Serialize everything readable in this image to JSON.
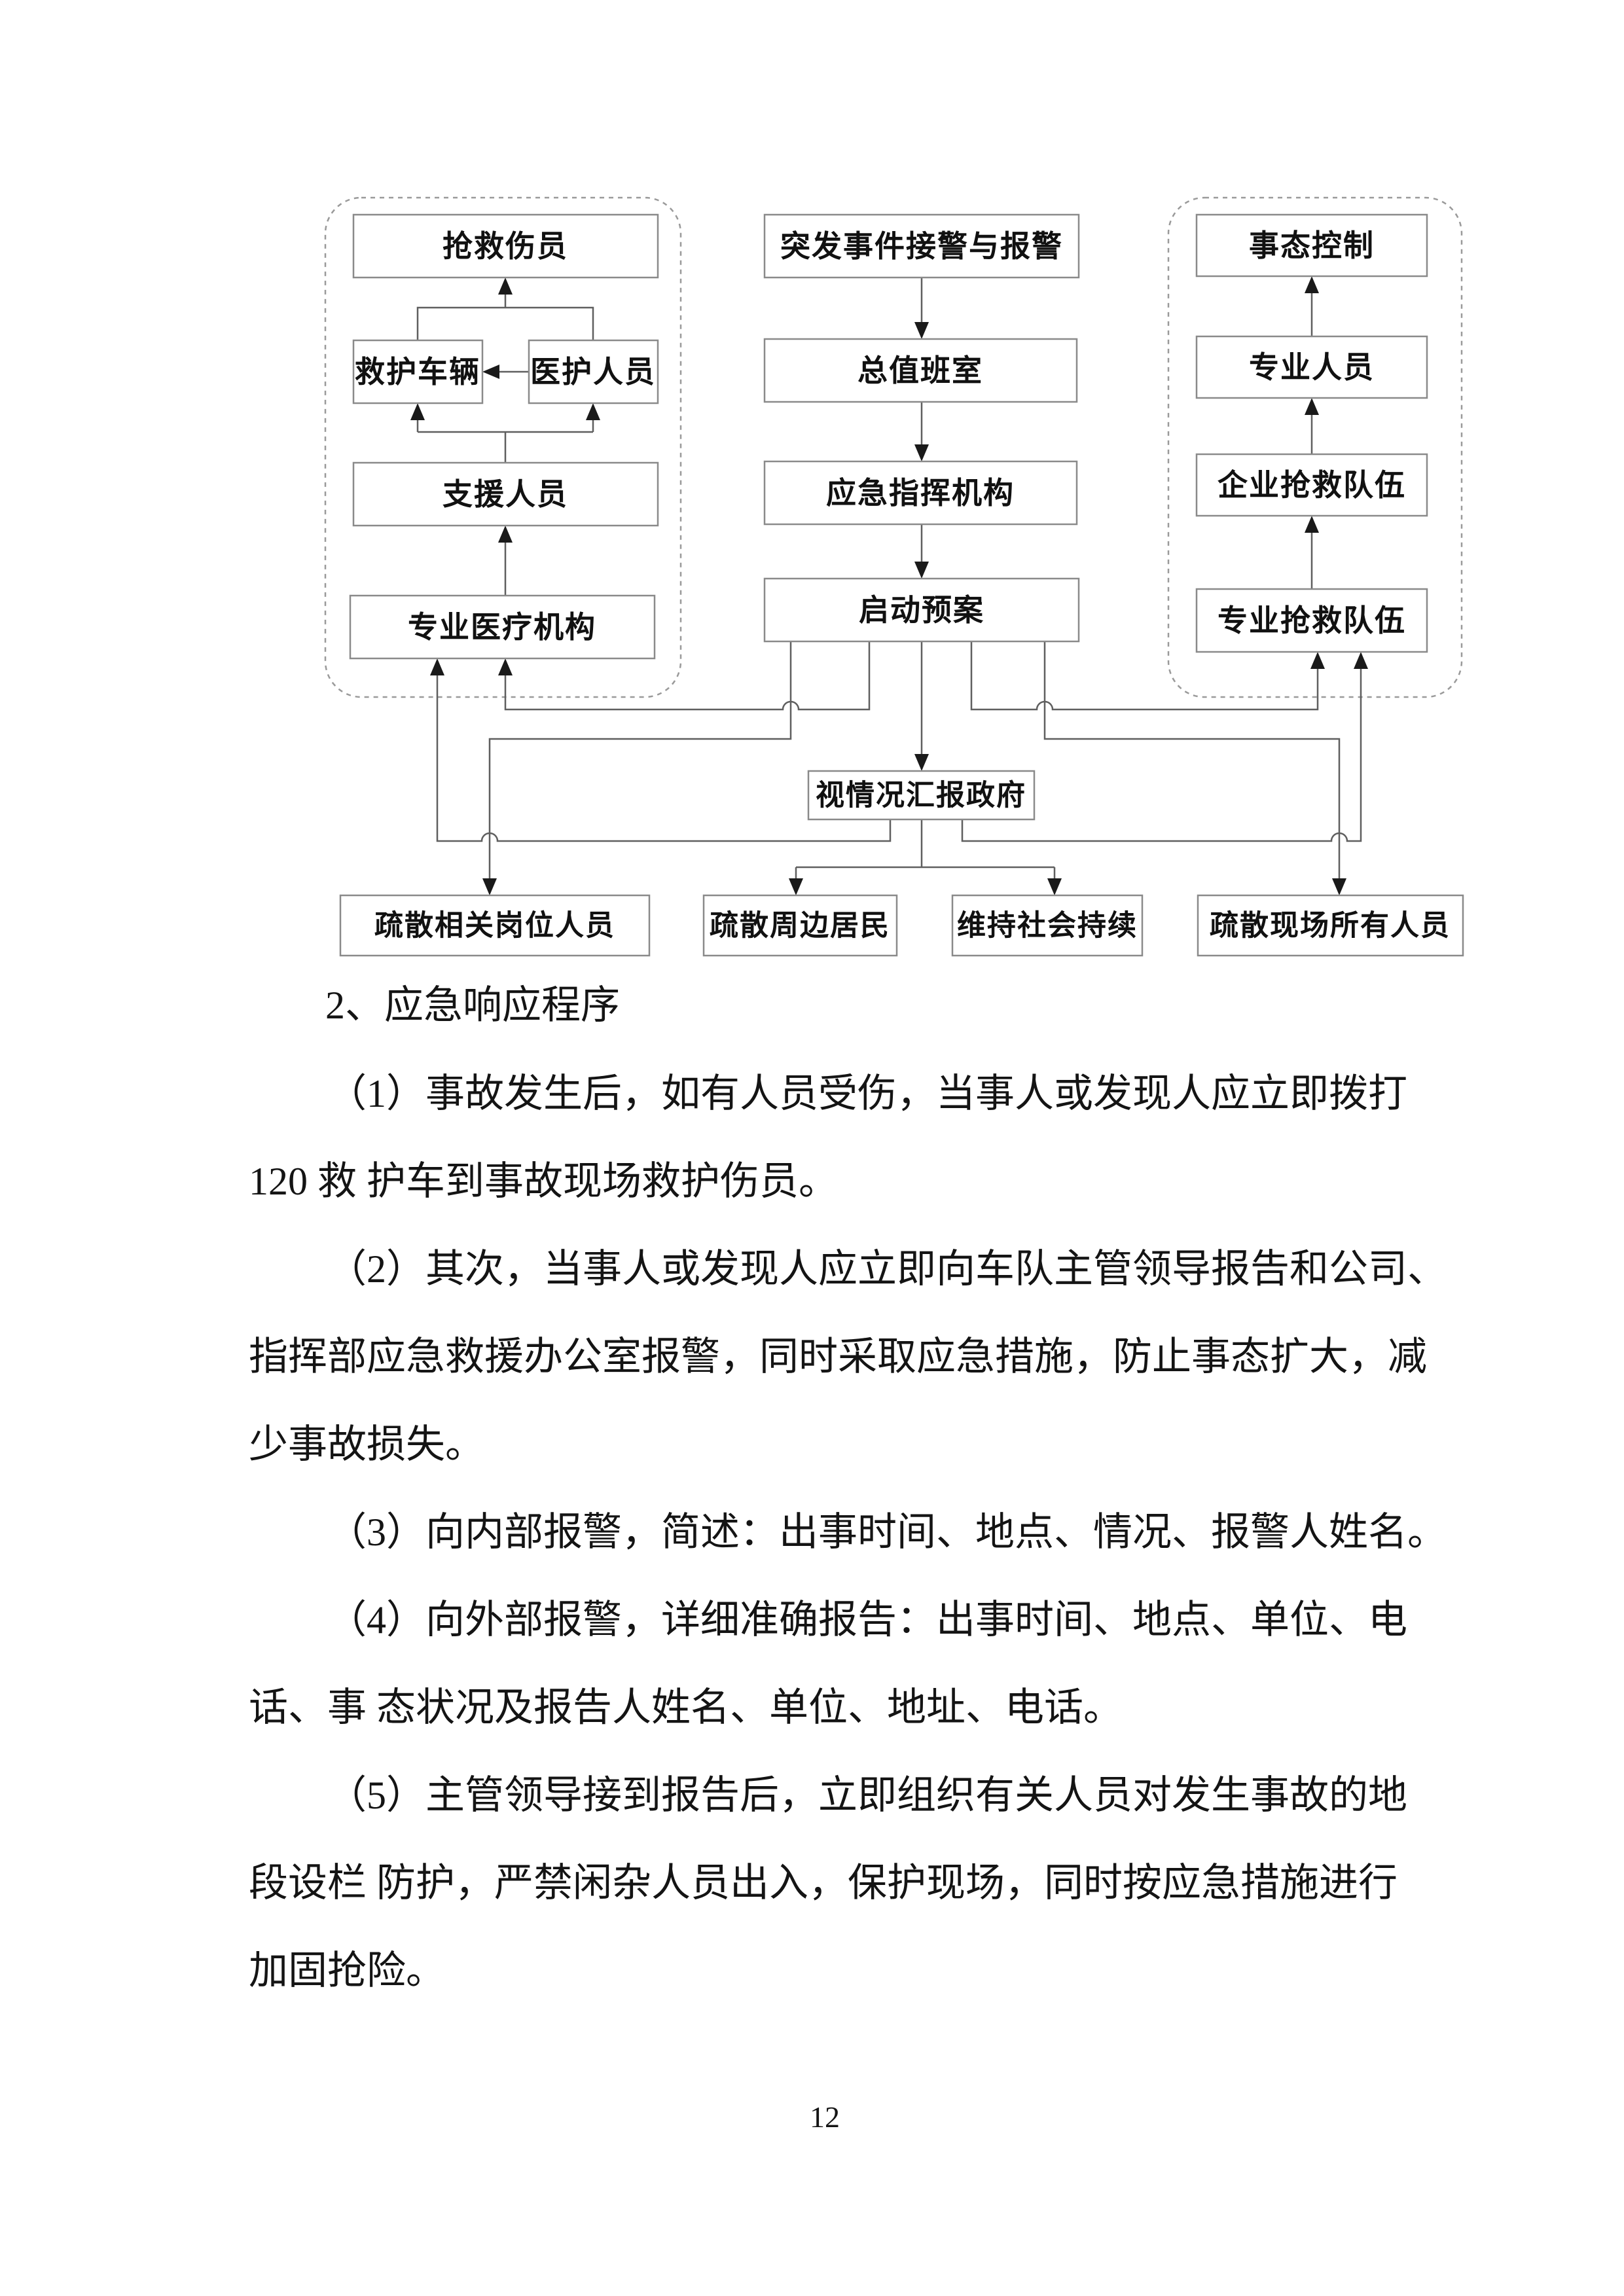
{
  "page": {
    "number": "12"
  },
  "colors": {
    "box_border": "#8a8a8a",
    "dashed_group_border": "#9a9a9a",
    "connector_line": "#5f5f5f",
    "arrowhead": "#1a1a1a",
    "text": "#141414"
  },
  "flowchart": {
    "left_boxes": [
      "抢救伤员",
      "救护车辆",
      "医护人员",
      "支援人员",
      "专业医疗机构"
    ],
    "middle_boxes": [
      "突发事件接警与报警",
      "总值班室",
      "应急指挥机构",
      "启动预案",
      "视情况汇报政府"
    ],
    "right_boxes": [
      "事态控制",
      "专业人员",
      "企业抢救队伍",
      "专业抢救队伍"
    ],
    "bottom_boxes": [
      "疏散相关岗位人员",
      "疏散周边居民",
      "维持社会持续",
      "疏散现场所有人员"
    ]
  },
  "body": {
    "heading": "2、应急响应程序",
    "lines": [
      "（1）事故发生后，如有人员受伤，当事人或发现人应立即拨打",
      "120 救 护车到事故现场救护伤员。",
      "（2）其次，当事人或发现人应立即向车队主管领导报告和公司、",
      "指挥部应急救援办公室报警，同时采取应急措施，防止事态扩大，减",
      "少事故损失。",
      "（3）向内部报警，简述：出事时间、地点、情况、报警人姓名。",
      "（4）向外部报警，详细准确报告：出事时间、地点、单位、电",
      "话、事 态状况及报告人姓名、单位、地址、电话。",
      "（5）主管领导接到报告后，立即组织有关人员对发生事故的地",
      "段设栏 防护，严禁闲杂人员出入，保护现场，同时按应急措施进行",
      "加固抢险。"
    ]
  }
}
